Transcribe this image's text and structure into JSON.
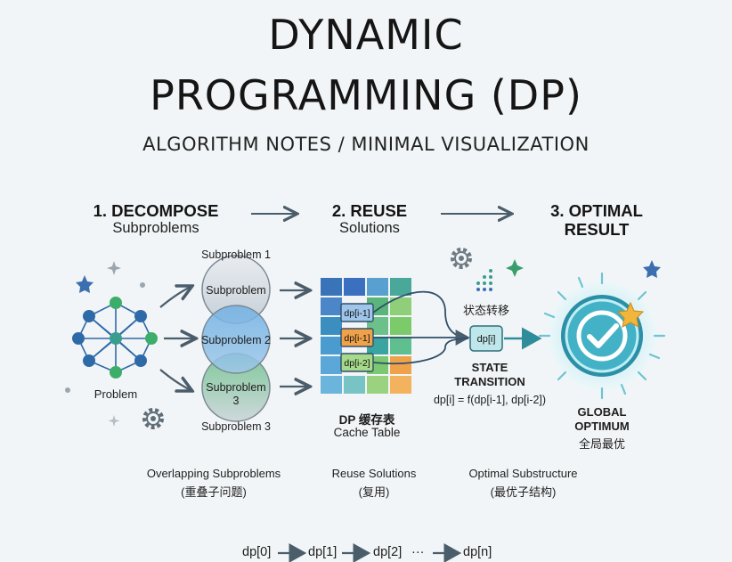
{
  "title_line1": "DYNAMIC",
  "title_line2": "PROGRAMMING (DP)",
  "subtitle": "ALGORITHM NOTES / MINIMAL VISUALIZATION",
  "steps": [
    {
      "title": "1. DECOMPOSE",
      "subtitle": "Subproblems"
    },
    {
      "title": "2. REUSE",
      "subtitle": "Solutions"
    },
    {
      "title_line1": "3. OPTIMAL",
      "title_line2": "RESULT"
    }
  ],
  "problem_label": "Problem",
  "subproblems": {
    "sub1_top": "Subproblem 1",
    "sub1_inner": "Subproblem",
    "sub2_inner": "Subproblem 2",
    "sub3_inner_line1": "Subproblem",
    "sub3_inner_line2": "3",
    "sub3_bottom": "Subproblem 3"
  },
  "cache": {
    "cells": [
      "dp[i-1]",
      "dp[i-1]",
      "dp[i-2]"
    ],
    "title_line1": "DP 缓存表",
    "title_line2": "Cache Table"
  },
  "transition": {
    "chinese_label": "状态转移",
    "node": "dp[i]",
    "title_line1": "STATE",
    "title_line2": "TRANSITION",
    "formula": "dp[i] = f(dp[i-1], dp[i-2])"
  },
  "optimum": {
    "line1": "GLOBAL",
    "line2": "OPTIMUM",
    "line3": "全局最优"
  },
  "footers": [
    {
      "line1": "Overlapping Subproblems",
      "line2": "(重叠子问题)"
    },
    {
      "line1": "Reuse Solutions",
      "line2": "(复用)"
    },
    {
      "line1": "Optimal Substructure",
      "line2": "(最优子结构)"
    }
  ],
  "sequence": [
    "dp[0]",
    "dp[1]",
    "dp[2]",
    "···",
    "dp[n]"
  ],
  "colors": {
    "blue": "#3b7fc3",
    "teal": "#3a9e8f",
    "green": "#5cb85c",
    "orange": "#f0a24a",
    "arrow": "#4a5d6b"
  }
}
